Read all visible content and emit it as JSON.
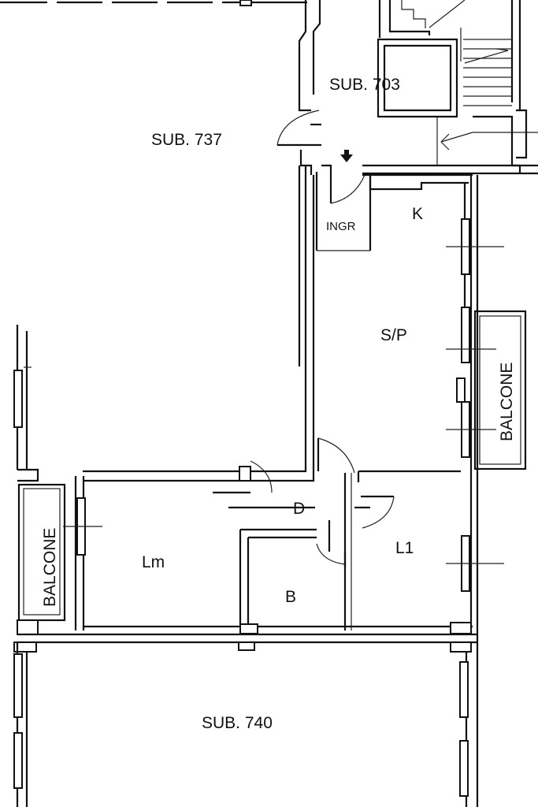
{
  "colors": {
    "line": "#111111",
    "background": "#ffffff"
  },
  "labels": {
    "sub_703": "SUB. 703",
    "sub_737": "SUB. 737",
    "ingr": "INGR",
    "kitchen": "K",
    "sp": "S/P",
    "balcone_right": "BALCONE",
    "balcone_left": "BALCONE",
    "d": "D",
    "lm": "Lm",
    "l1": "L1",
    "b": "B",
    "sub_740": "SUB. 740"
  },
  "icons": {
    "entrance": "entrance-arrow-icon"
  }
}
